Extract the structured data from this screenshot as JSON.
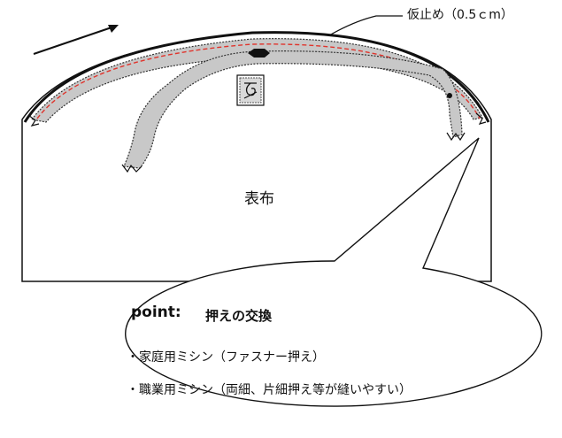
{
  "callout": {
    "label": "仮止め（0.5ｃm）"
  },
  "fabric": {
    "label": "表布"
  },
  "point": {
    "title": "point:",
    "subtitle": "押えの交換",
    "items": [
      "・家庭用ミシン（ファスナー押え）",
      "・職業用ミシン（両細、片細押え等が縫いやすい）"
    ]
  },
  "colors": {
    "outline": "#111111",
    "zipper_tape": "#c8c8c8",
    "basting_stitch": "#e0342c"
  },
  "icons": [
    "direction-arrow-icon",
    "zipper-pull-icon",
    "care-label-icon"
  ]
}
